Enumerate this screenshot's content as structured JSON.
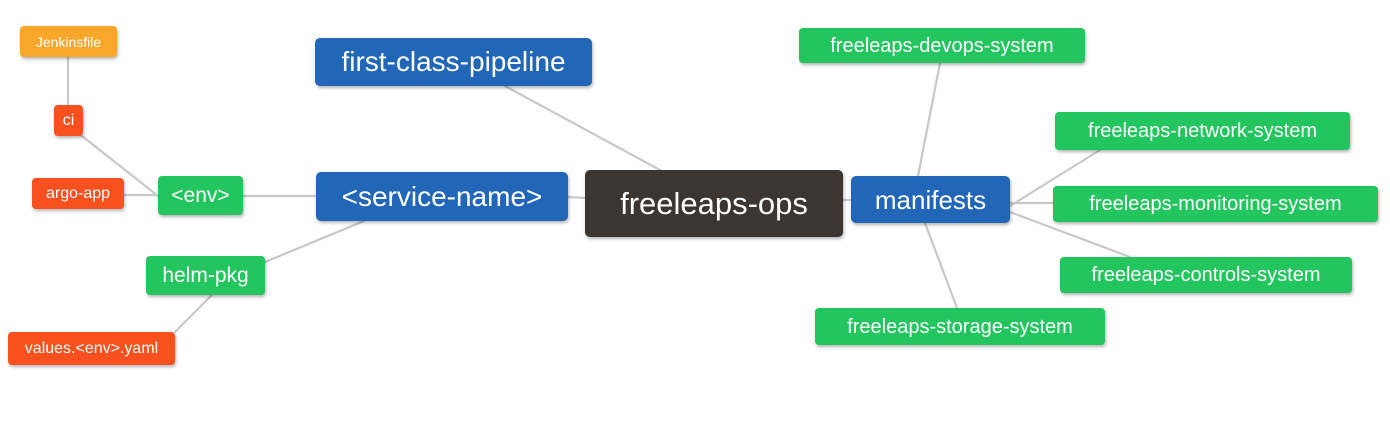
{
  "diagram": {
    "type": "mindmap",
    "title": "freeleaps-ops",
    "background": "#ffffff",
    "edge_color": "#c8c8c8",
    "palette": {
      "root": "#3b3632",
      "blue": "#2266b8",
      "green": "#22c55e",
      "orange": "#f9a72b",
      "red": "#f8501e",
      "text": "#ffffff"
    }
  },
  "nodes": {
    "root": {
      "label": "freeleaps-ops",
      "color": "#3b3632"
    },
    "first_class_pipeline": {
      "label": "first-class-pipeline",
      "color": "#2266b8"
    },
    "service_name": {
      "label": "<service-name>",
      "color": "#2266b8"
    },
    "manifests": {
      "label": "manifests",
      "color": "#2266b8"
    },
    "env": {
      "label": "<env>",
      "color": "#22c55e"
    },
    "helm_pkg": {
      "label": "helm-pkg",
      "color": "#22c55e"
    },
    "ci": {
      "label": "ci",
      "color": "#f8501e"
    },
    "argo_app": {
      "label": "argo-app",
      "color": "#f8501e"
    },
    "values_yaml": {
      "label": "values.<env>.yaml",
      "color": "#f8501e"
    },
    "jenkinsfile": {
      "label": "Jenkinsfile",
      "color": "#f9a72b"
    },
    "devops_system": {
      "label": "freeleaps-devops-system",
      "color": "#22c55e"
    },
    "network_system": {
      "label": "freeleaps-network-system",
      "color": "#22c55e"
    },
    "monitoring_system": {
      "label": "freeleaps-monitoring-system",
      "color": "#22c55e"
    },
    "controls_system": {
      "label": "freeleaps-controls-system",
      "color": "#22c55e"
    },
    "storage_system": {
      "label": "freeleaps-storage-system",
      "color": "#22c55e"
    }
  },
  "edges": [
    {
      "from": "root",
      "to": "service_name"
    },
    {
      "from": "root",
      "to": "first_class_pipeline"
    },
    {
      "from": "root",
      "to": "manifests"
    },
    {
      "from": "service_name",
      "to": "env"
    },
    {
      "from": "service_name",
      "to": "helm_pkg"
    },
    {
      "from": "env",
      "to": "ci"
    },
    {
      "from": "env",
      "to": "argo_app"
    },
    {
      "from": "ci",
      "to": "jenkinsfile"
    },
    {
      "from": "helm_pkg",
      "to": "values_yaml"
    },
    {
      "from": "manifests",
      "to": "devops_system"
    },
    {
      "from": "manifests",
      "to": "network_system"
    },
    {
      "from": "manifests",
      "to": "monitoring_system"
    },
    {
      "from": "manifests",
      "to": "controls_system"
    },
    {
      "from": "manifests",
      "to": "storage_system"
    }
  ]
}
